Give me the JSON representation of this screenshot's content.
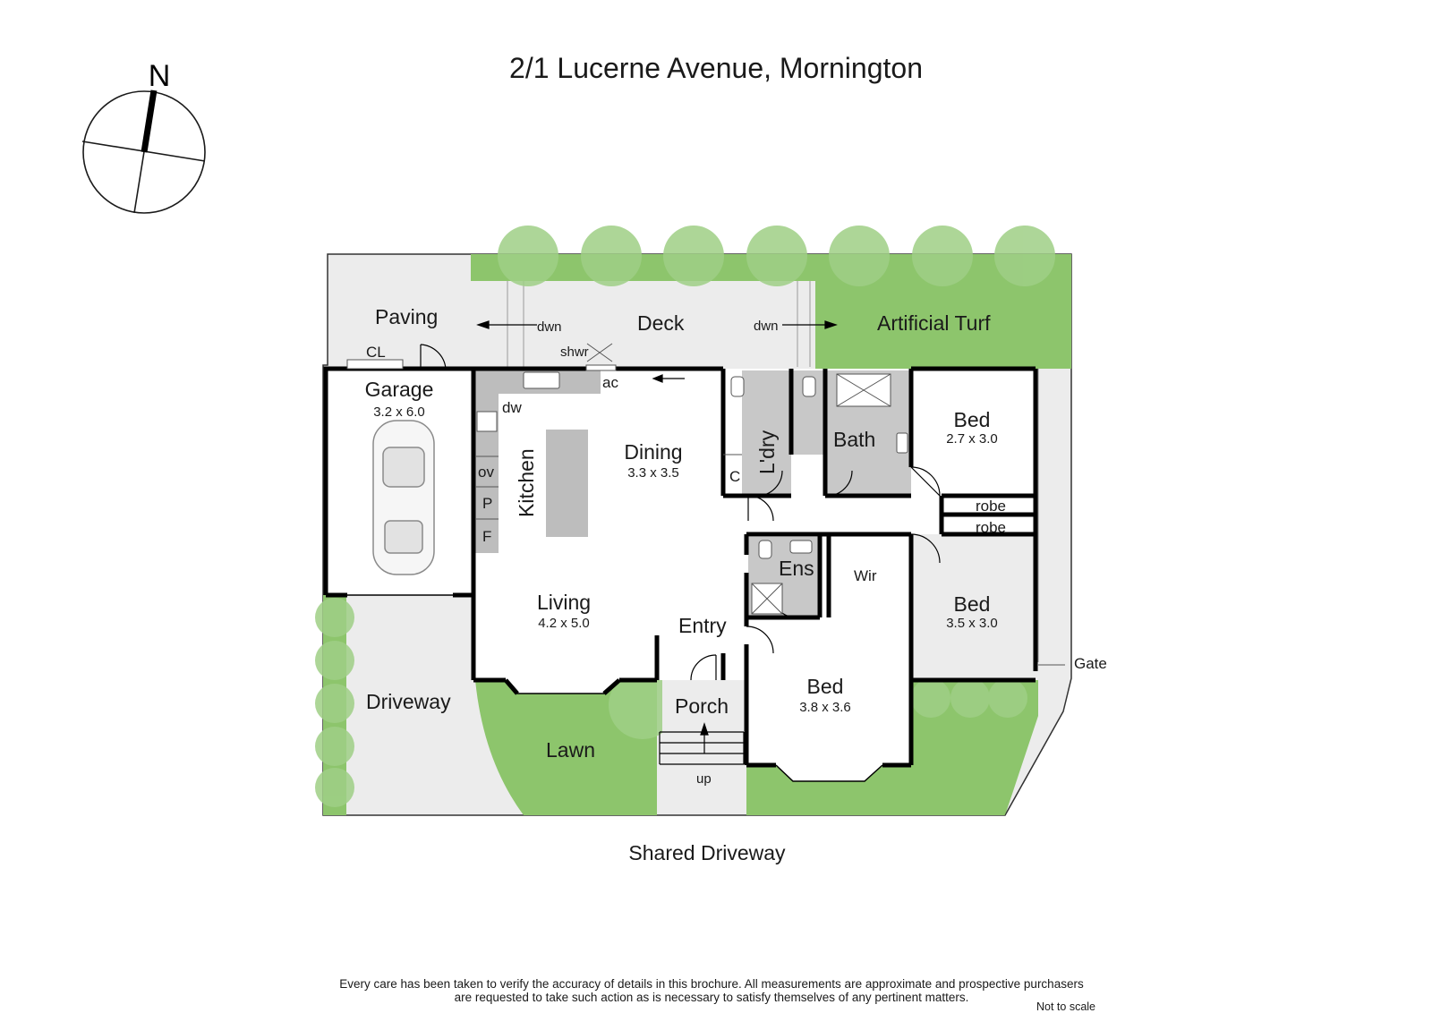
{
  "title": "2/1 Lucerne Avenue, Mornington",
  "compass": {
    "label": "N"
  },
  "rooms": {
    "garage": {
      "name": "Garage",
      "dims": "3.2 x 6.0"
    },
    "kitchen": {
      "name": "Kitchen"
    },
    "dining": {
      "name": "Dining",
      "dims": "3.3 x 3.5"
    },
    "living": {
      "name": "Living",
      "dims": "4.2 x 5.0"
    },
    "laundry": {
      "name": "L'dry"
    },
    "bath": {
      "name": "Bath"
    },
    "bed1": {
      "name": "Bed",
      "dims": "2.7 x 3.0"
    },
    "bed2": {
      "name": "Bed",
      "dims": "3.5 x 3.0"
    },
    "bed3": {
      "name": "Bed",
      "dims": "3.8 x 3.6"
    },
    "ensuite": {
      "name": "Ens"
    },
    "wir": {
      "name": "Wir"
    },
    "entry": {
      "name": "Entry"
    },
    "porch": {
      "name": "Porch"
    }
  },
  "fixtures": {
    "robe1": "robe",
    "robe2": "robe",
    "cl": "CL",
    "dw": "dw",
    "ac": "ac",
    "ov": "ov",
    "p": "P",
    "f": "F",
    "c": "C",
    "shwr": "shwr",
    "up": "up",
    "dwn_left": "dwn",
    "dwn_right": "dwn"
  },
  "outdoor": {
    "paving": "Paving",
    "deck": "Deck",
    "turf": "Artificial Turf",
    "driveway": "Driveway",
    "lawn": "Lawn",
    "gate": "Gate",
    "shared_driveway": "Shared Driveway"
  },
  "disclaimer": {
    "line1": "Every care has been taken to verify the accuracy of details in this brochure. All measurements are approximate and prospective purchasers",
    "line2": "are requested to take such action as is necessary to satisfy themselves of any pertinent matters."
  },
  "scale_note": "Not to scale",
  "colors": {
    "wall": "#000000",
    "paving": "#ececec",
    "grass": "#8dc56c",
    "wet_area": "#c8c8c8",
    "bench": "#bdbdbd",
    "tree": "#9fcf86"
  }
}
